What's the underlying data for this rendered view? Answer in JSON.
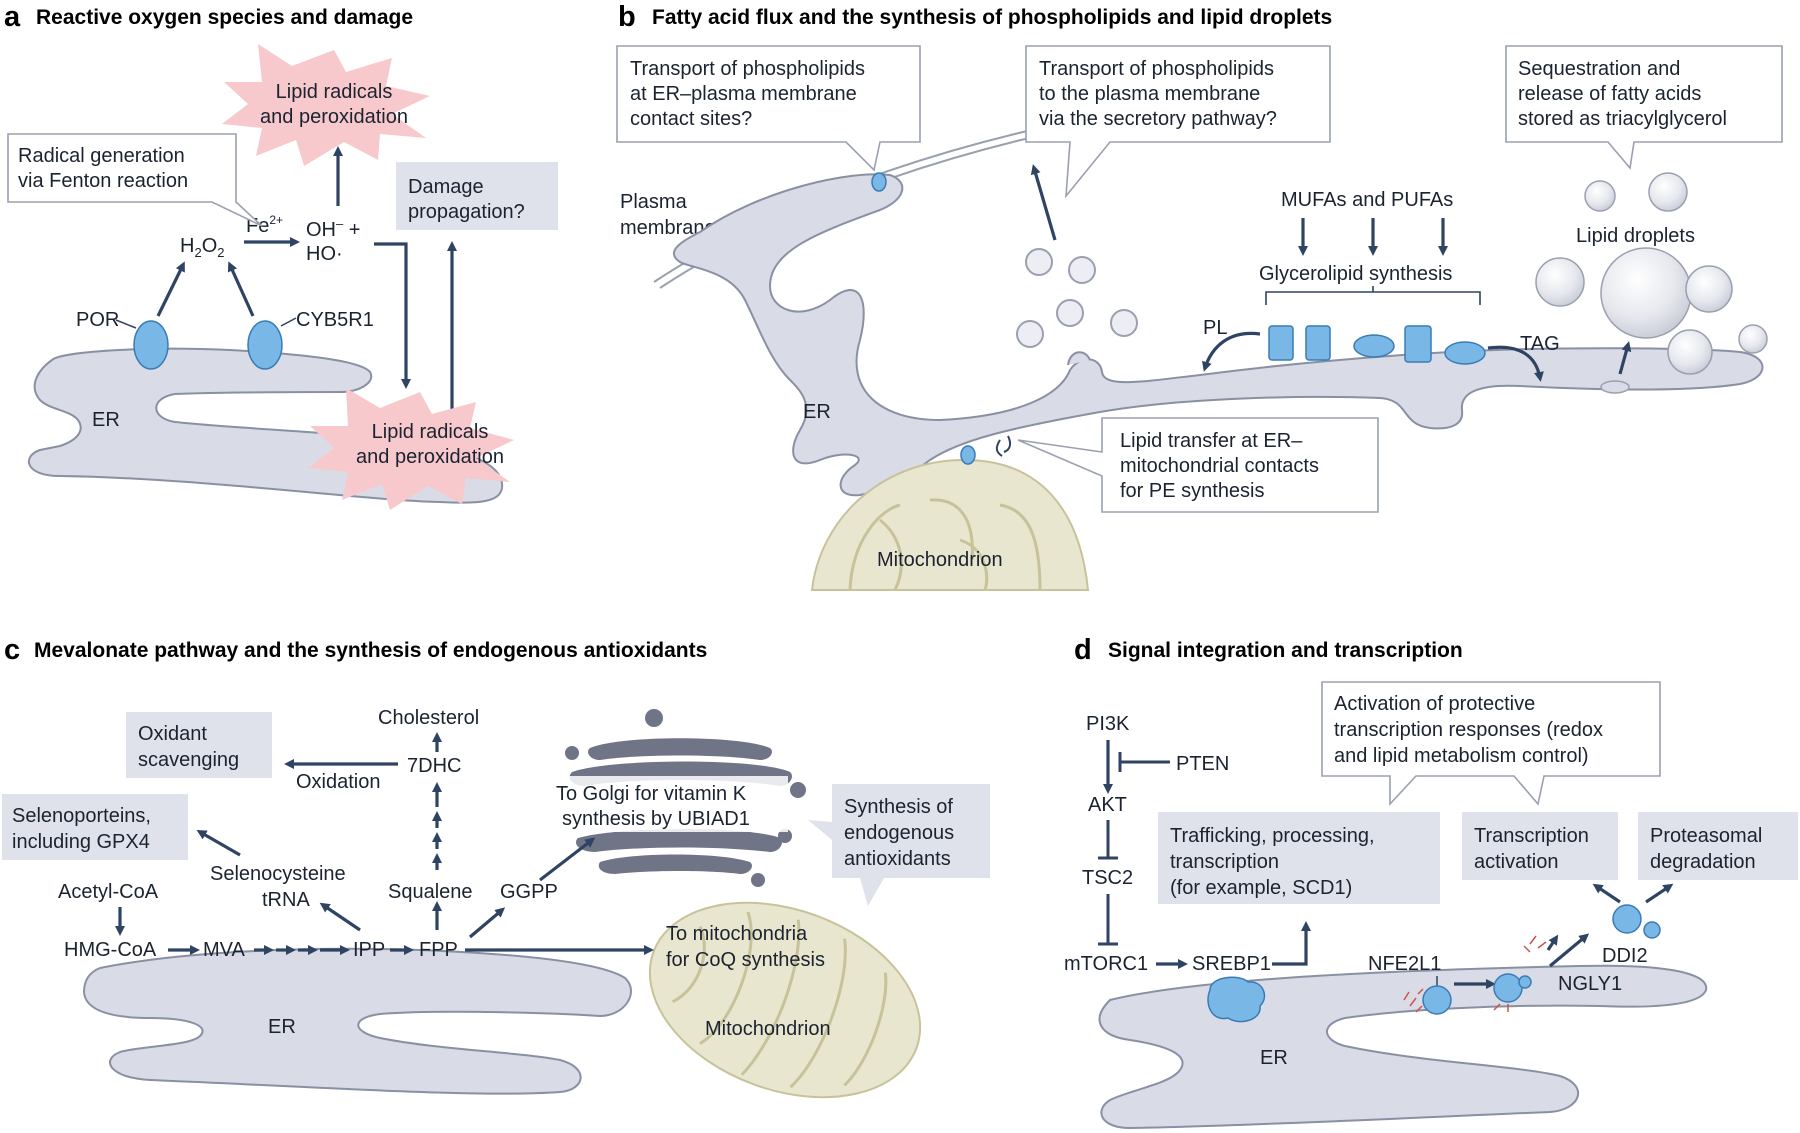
{
  "panels": {
    "a": {
      "letter": "a",
      "title": "Reactive oxygen species and damage",
      "lipid_radicals_top_l1": "Lipid radicals",
      "lipid_radicals_top_l2": "and peroxidation",
      "fenton_l1": "Radical generation",
      "fenton_l2": "via Fenton reaction",
      "damage_l1": "Damage",
      "damage_l2": "propagation?",
      "fe": "Fe",
      "fe_sup": "2+",
      "h2o2_h": "H",
      "h2o2_2a": "2",
      "h2o2_o": "O",
      "h2o2_2b": "2",
      "oh_l1": "OH",
      "oh_sup": "–",
      "oh_plus": " +",
      "oh_l2": "HO·",
      "por": "POR",
      "cyb5r1": "CYB5R1",
      "er": "ER",
      "lipid_radicals_bottom_l1": "Lipid radicals",
      "lipid_radicals_bottom_l2": "and peroxidation"
    },
    "b": {
      "letter": "b",
      "title": "Fatty acid flux and the synthesis of phospholipids and lipid droplets",
      "callout1_l1": "Transport of phospholipids",
      "callout1_l2": "at ER–plasma membrane",
      "callout1_l3": "contact sites?",
      "callout2_l1": "Transport of phospholipids",
      "callout2_l2": "to the plasma membrane",
      "callout2_l3": "via the secretory pathway?",
      "callout3_l1": "Sequestration and",
      "callout3_l2": "release of fatty acids",
      "callout3_l3": "stored as triacylglycerol",
      "plasma_l1": "Plasma",
      "plasma_l2": "membrane",
      "mufa": "MUFAs and PUFAs",
      "glycerolipid": "Glycerolipid synthesis",
      "lipid_droplets": "Lipid droplets",
      "pl": "PL",
      "tag": "TAG",
      "er": "ER",
      "callout4_l1": "Lipid transfer at ER–",
      "callout4_l2": "mitochondrial contacts",
      "callout4_l3": "for PE synthesis",
      "mito": "Mitochondrion"
    },
    "c": {
      "letter": "c",
      "title": "Mevalonate pathway and the synthesis  of endogenous antioxidants",
      "oxidant_l1": "Oxidant",
      "oxidant_l2": "scavenging",
      "cholesterol": "Cholesterol",
      "dhc": "7DHC",
      "oxidation": "Oxidation",
      "seleno_box_l1": "Selenoporteins,",
      "seleno_box_l2": "including GPX4",
      "seleno_trna_l1": "Selenocysteine",
      "seleno_trna_l2": "tRNA",
      "acetyl": "Acetyl-CoA",
      "hmg": "HMG-CoA",
      "mva": "MVA",
      "ipp": "IPP",
      "fpp": "FPP",
      "squalene": "Squalene",
      "ggpp": "GGPP",
      "golgi_l1": "To Golgi for vitamin K",
      "golgi_l2": "synthesis by UBIAD1",
      "synth_l1": "Synthesis of",
      "synth_l2": "endogenous",
      "synth_l3": "antioxidants",
      "tomito_l1": "To mitochondria",
      "tomito_l2": "for CoQ synthesis",
      "er": "ER",
      "mito": "Mitochondrion"
    },
    "d": {
      "letter": "d",
      "title": "Signal integration and transcription",
      "pi3k": "PI3K",
      "pten": "PTEN",
      "akt": "AKT",
      "tsc2": "TSC2",
      "mtorc1": "mTORC1",
      "srebp1": "SREBP1",
      "activation_l1": "Activation of protective",
      "activation_l2": "transcription responses (redox",
      "activation_l3": "and lipid metabolism control)",
      "traffic_l1": "Trafficking, processing,",
      "traffic_l2": "transcription",
      "traffic_l3": "(for example, SCD1)",
      "transcription_l1": "Transcription",
      "transcription_l2": "activation",
      "proteasomal_l1": "Proteasomal",
      "proteasomal_l2": "degradation",
      "nfe2l1": "NFE2L1",
      "ddi2": "DDI2",
      "ngly1": "NGLY1",
      "er": "ER"
    }
  }
}
